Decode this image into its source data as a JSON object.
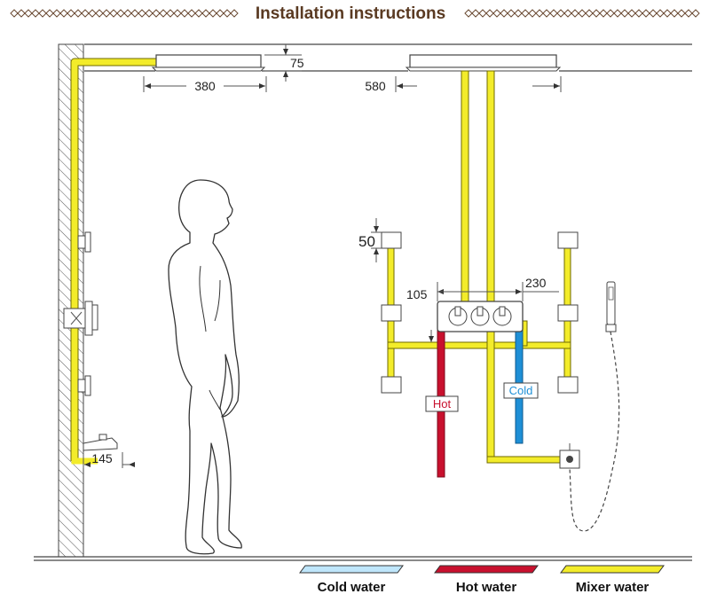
{
  "title": "Installation instructions",
  "dimensions": {
    "head_height": "75",
    "left_head_width": "380",
    "right_head_width": "580",
    "jet_height": "50",
    "valve_left": "105",
    "valve_right": "230",
    "wall_distance": "145"
  },
  "labels": {
    "hot": "Hot",
    "cold": "Cold"
  },
  "legend": [
    {
      "label": "Cold water",
      "color": "#bfe6fb"
    },
    {
      "label": "Hot water",
      "color": "#c8102e"
    },
    {
      "label": "Mixer water",
      "color": "#f3ec2a"
    }
  ],
  "colors": {
    "title": "#5a3a22",
    "mixer": "#f3ec2a",
    "hot": "#c8102e",
    "cold": "#1e8fd6"
  }
}
